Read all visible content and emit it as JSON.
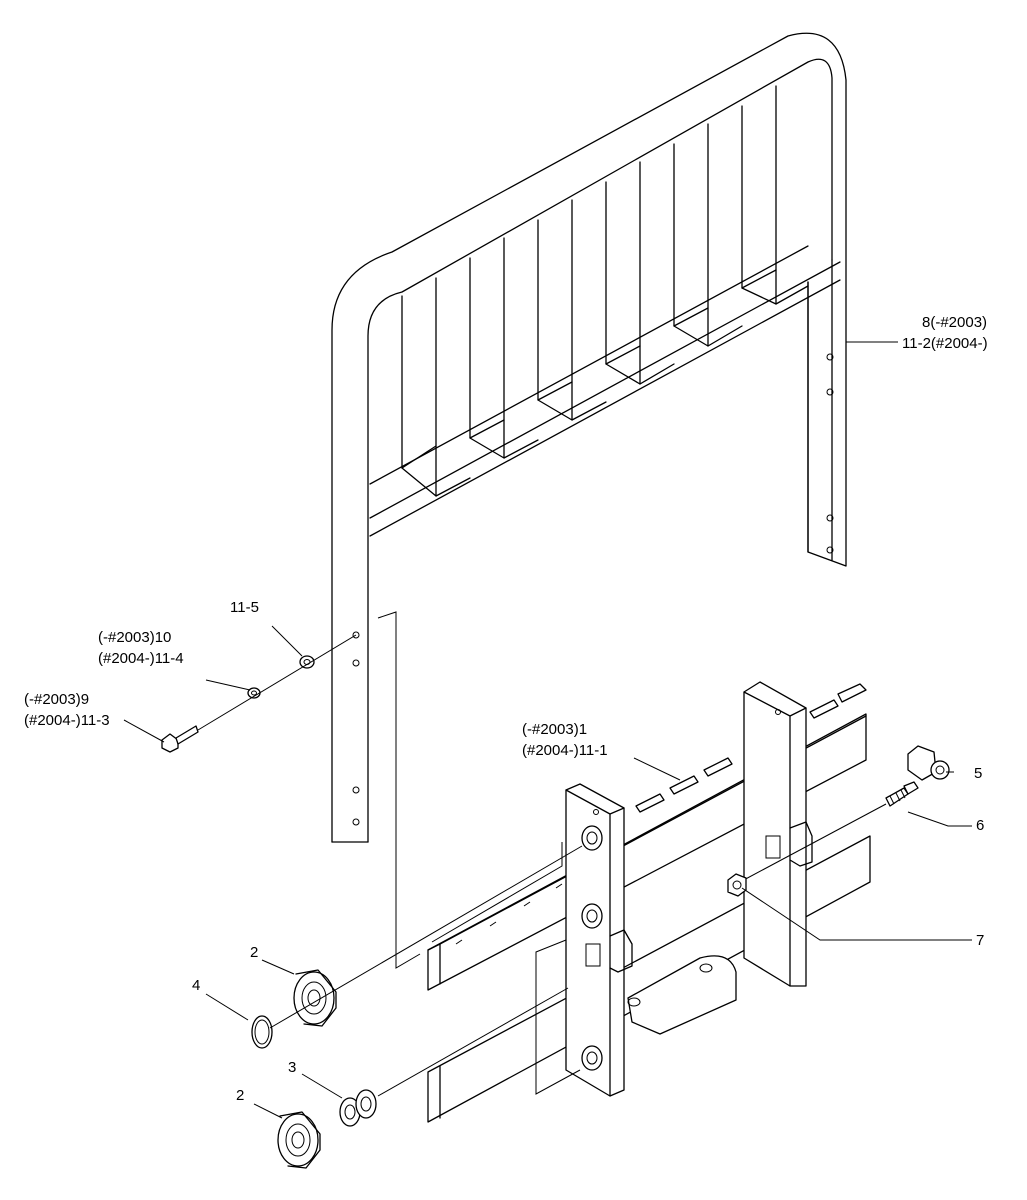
{
  "colors": {
    "line": "#000000",
    "background": "#ffffff"
  },
  "callouts": {
    "guard_a": "8(-#2003)",
    "guard_b": "11-2(#2004-)",
    "washer_11_5": "11-5",
    "lockwasher_a": "(-#2003)10",
    "lockwasher_b": "(#2004-)11-4",
    "bolt_a": "(-#2003)9",
    "bolt_b": "(#2004-)11-3",
    "carriage_a": "(-#2003)1",
    "carriage_b": "(#2004-)11-1",
    "part_5": "5",
    "part_6": "6",
    "part_7": "7",
    "bearing_upper": "2",
    "ring_4": "4",
    "shim_3": "3",
    "bearing_lower": "2"
  }
}
